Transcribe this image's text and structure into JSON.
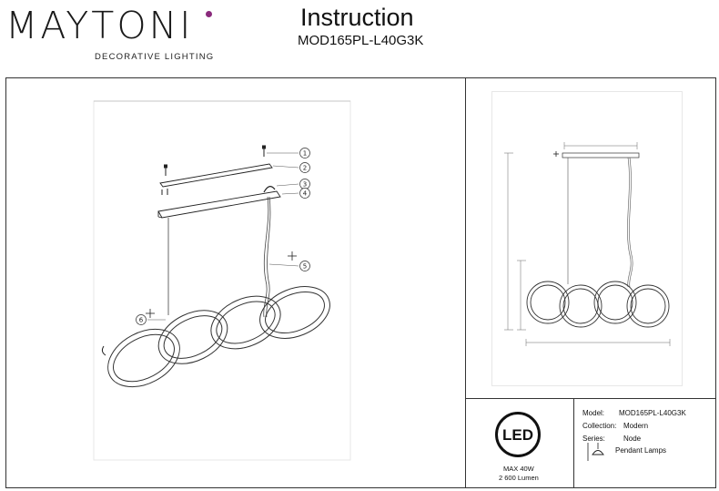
{
  "header": {
    "brand": "MAYTONI",
    "tagline": "DECORATIVE LIGHTING",
    "title": "Instruction",
    "model": "MOD165PL-L40G3K"
  },
  "callouts": [
    "1",
    "2",
    "3",
    "4",
    "5",
    "6"
  ],
  "led": {
    "badge": "LED",
    "power": "MAX 40W",
    "lumen": "2 600 Lumen"
  },
  "info": {
    "model_label": "Model:",
    "model_value": "MOD165PL-L40G3K",
    "collection_label": "Collection:",
    "collection_value": "Modern",
    "series_label": "Series:",
    "series_value": "Node",
    "type_value": "Pendant Lamps"
  },
  "colors": {
    "brand_dot": "#8a2a7c",
    "line": "#333333"
  }
}
